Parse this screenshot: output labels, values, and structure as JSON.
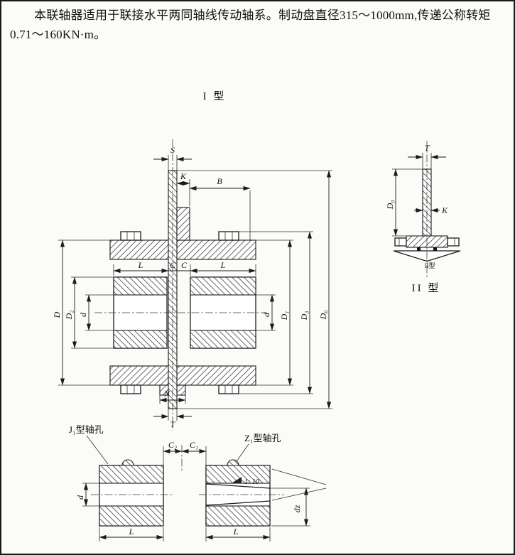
{
  "intro": {
    "text": "本联轴器适用于联接水平两同轴线传动轴系。制动盘直径315～1000mm,传递公称转矩0.71～160KN·m。"
  },
  "figure1": {
    "title": "I 型",
    "dims": {
      "S": "S",
      "K": "K",
      "B": "B",
      "L_left": "L",
      "C_left": "C",
      "C_right": "C",
      "L_right": "L",
      "D": "D",
      "D2": "D₂",
      "d_left": "d",
      "d_right": "d",
      "D1": "D₁",
      "D3": "D₃",
      "D0": "D₀",
      "N": "N",
      "T": "T"
    }
  },
  "figure2": {
    "title": "II 型",
    "callout": "II型",
    "dims": {
      "T": "T",
      "D0": "D₀",
      "K": "K"
    }
  },
  "figure3": {
    "j1_label": "J₁型轴孔",
    "z1_label": "Z₁型轴孔",
    "taper_label": "1: 10",
    "dims": {
      "d": "d",
      "L_left": "L",
      "C2": "C₂",
      "C1": "C₁",
      "L_right": "L",
      "dz": "dz"
    }
  }
}
